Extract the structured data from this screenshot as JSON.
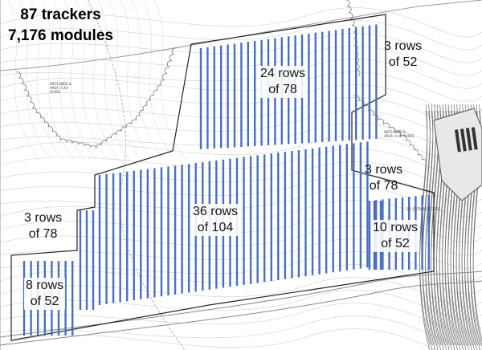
{
  "summary": {
    "trackers": "87 trackers",
    "modules": "7,176 modules"
  },
  "blocks": {
    "top_right": {
      "line1": "3 rows",
      "line2": "of 52"
    },
    "upper": {
      "line1": "24 rows",
      "line2": "of 78"
    },
    "mid_right": {
      "line1": "3 rows",
      "line2": "of 78"
    },
    "center": {
      "line1": "36 rows",
      "line2": "of 104"
    },
    "left": {
      "line1": "3 rows",
      "line2": "of 78"
    },
    "right": {
      "line1": "10 rows",
      "line2": "of 52"
    },
    "bottom_left": {
      "line1": "8 rows",
      "line2": "of 52"
    }
  },
  "annotations": {
    "wetland_left": "WETLANDS &\nAREA: 0.XX\nACRES",
    "wetland_right": "WETLANDS &\nAREA: 0.XX ACRES",
    "gate": "20' ENTRANCE GATE"
  },
  "colors": {
    "tracker_row": "#4a6fc0",
    "linework": "#8c8c8c",
    "fence": "#222222",
    "background": "#ffffff"
  }
}
